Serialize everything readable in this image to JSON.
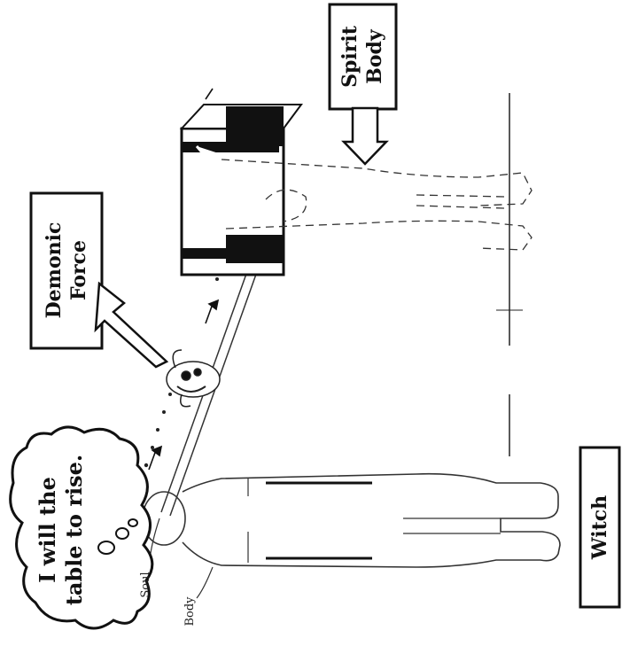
{
  "labels": {
    "thought": [
      "I will the",
      "table to rise."
    ],
    "demonic_force": [
      "Demonic",
      "Force"
    ],
    "spirit_body": [
      "Spirit",
      "Body"
    ],
    "witch": "Witch",
    "soul": "Soul",
    "body": "Body"
  }
}
